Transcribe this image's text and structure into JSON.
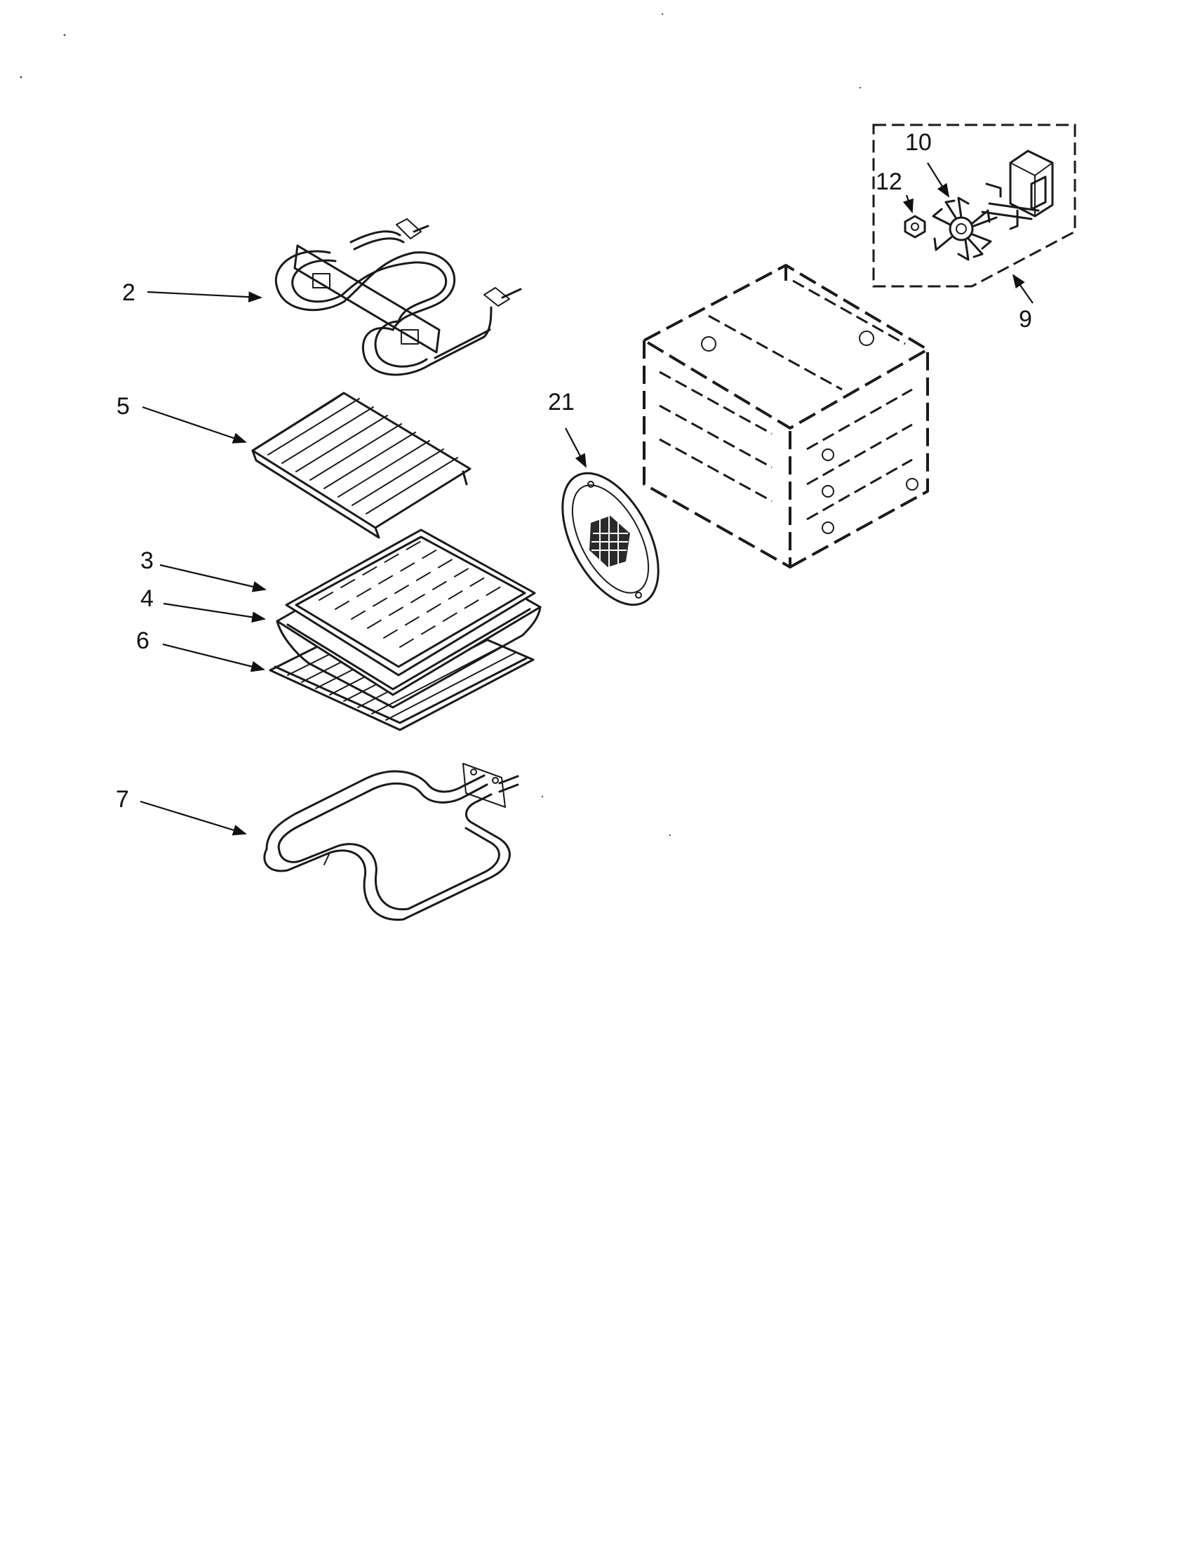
{
  "callouts": [
    {
      "id": "2",
      "label": "2",
      "part": "upper-element"
    },
    {
      "id": "3",
      "label": "3",
      "part": "broil-pan-insert"
    },
    {
      "id": "4",
      "label": "4",
      "part": "broil-pan"
    },
    {
      "id": "5",
      "label": "5",
      "part": "rack-shelf"
    },
    {
      "id": "6",
      "label": "6",
      "part": "oven-rack"
    },
    {
      "id": "7",
      "label": "7",
      "part": "bake-element"
    },
    {
      "id": "9",
      "label": "9",
      "part": "convection-fan-assembly"
    },
    {
      "id": "10",
      "label": "10",
      "part": "fan-blade"
    },
    {
      "id": "12",
      "label": "12",
      "part": "nut"
    },
    {
      "id": "21",
      "label": "21",
      "part": "fan-cover"
    }
  ],
  "colors": {
    "ink": "#1a1a1a",
    "paper": "#ffffff"
  }
}
